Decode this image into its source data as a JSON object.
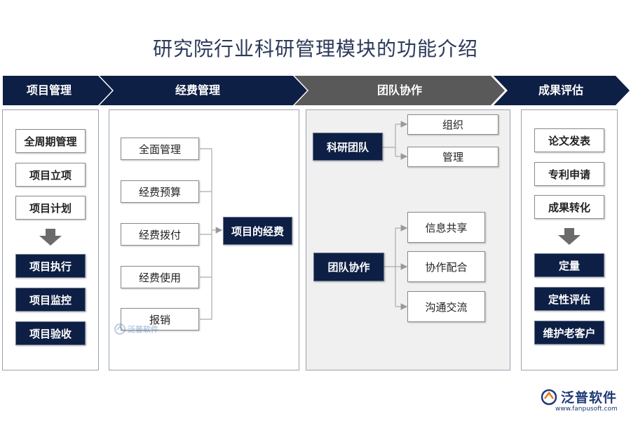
{
  "title": "研究院行业科研管理模块的功能介绍",
  "headers": [
    "项目管理",
    "经费管理",
    "团队协作",
    "成果评估"
  ],
  "project": {
    "top_items": [
      "全周期管理",
      "项目立项",
      "项目计划"
    ],
    "bottom_items": [
      "项目执行",
      "项目监控",
      "项目验收"
    ]
  },
  "funding": {
    "items": [
      "全面管理",
      "经费预算",
      "经费拨付",
      "经费使用",
      "报销"
    ],
    "target": "项目的经费"
  },
  "team": {
    "group1": {
      "source": "科研团队",
      "items": [
        "组织",
        "管理"
      ]
    },
    "group2": {
      "source": "团队协作",
      "items": [
        "信息共享",
        "协作配合",
        "沟通交流"
      ]
    }
  },
  "results": {
    "top_items": [
      "论文发表",
      "专利申请",
      "成果转化"
    ],
    "bottom_items": [
      "定量",
      "定性评估",
      "维护老客户"
    ]
  },
  "watermark": "泛普软件",
  "logo": {
    "name": "泛普软件",
    "url": "www.fanpusoft.com"
  },
  "colors": {
    "navy": "#0e1f45",
    "grey_header": "#595959",
    "title": "#2c3a5a"
  }
}
